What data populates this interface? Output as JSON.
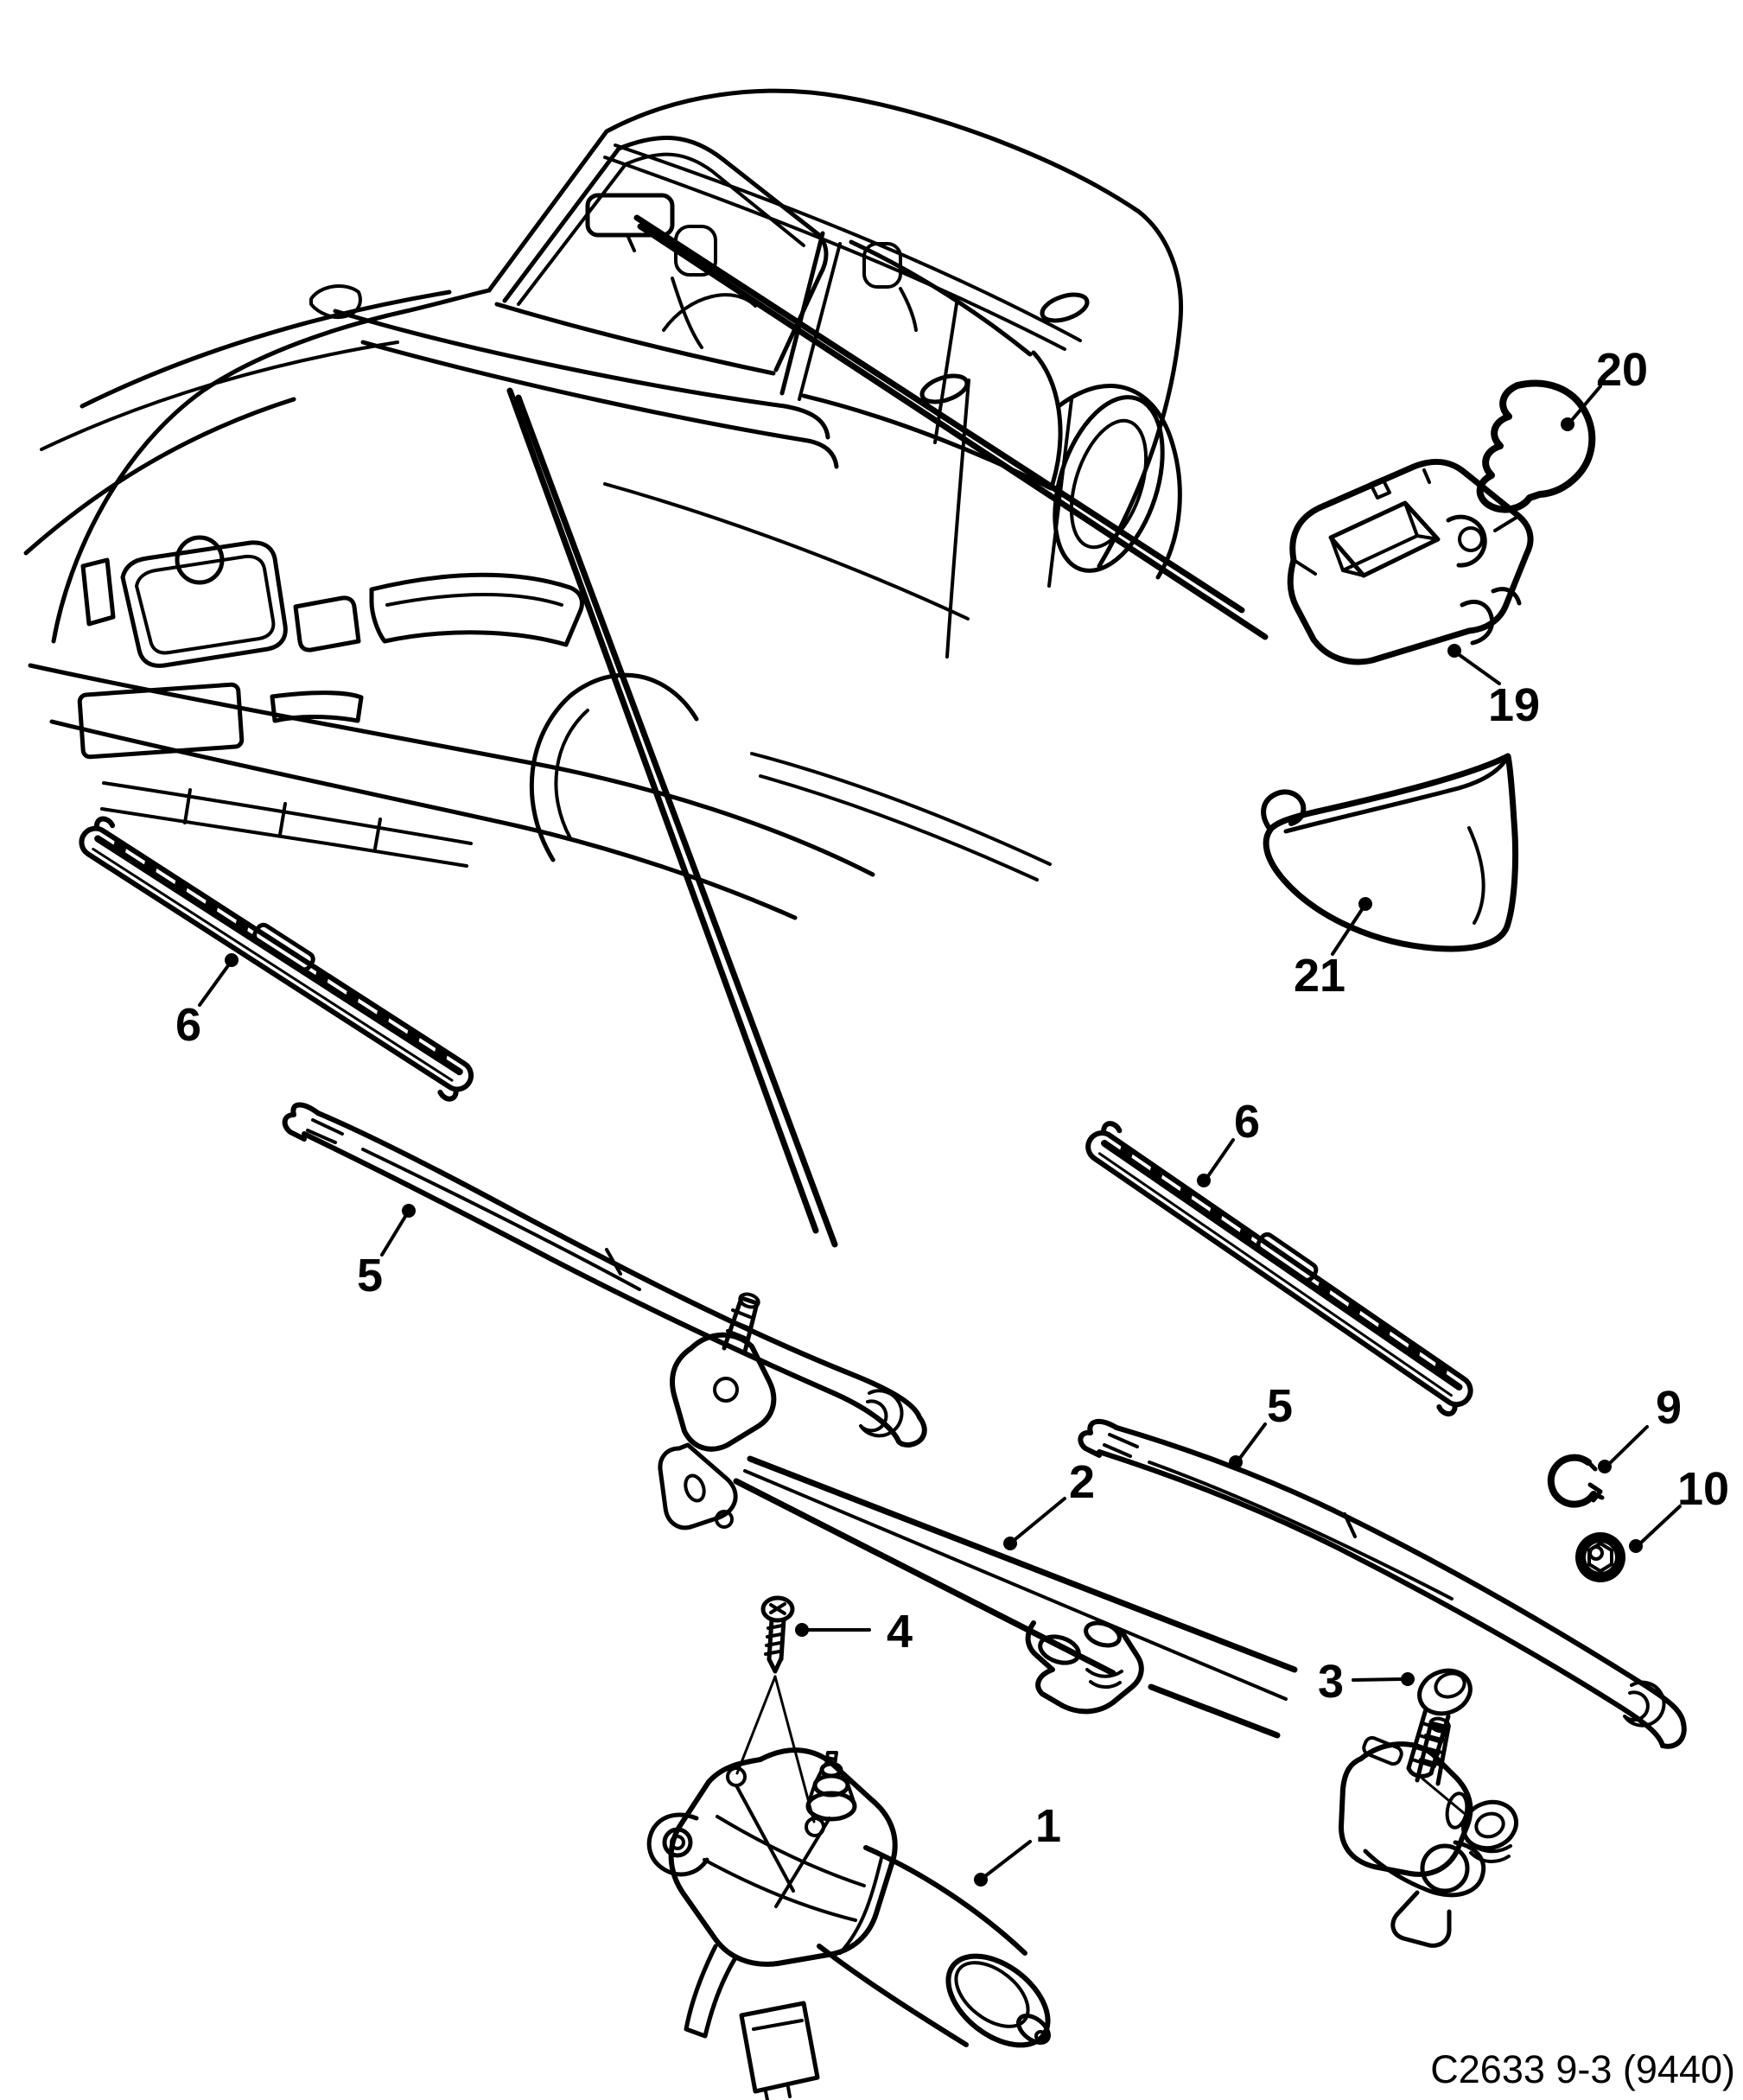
{
  "colors": {
    "ink": "#000000",
    "paper": "#ffffff"
  },
  "caption": {
    "drawing_code": "C2633 9-3 (9440)"
  },
  "callouts": [
    {
      "label": "1"
    },
    {
      "label": "2"
    },
    {
      "label": "3"
    },
    {
      "label": "4"
    },
    {
      "label": "5"
    },
    {
      "label": "6"
    },
    {
      "label": "5"
    },
    {
      "label": "6"
    },
    {
      "label": "9"
    },
    {
      "label": "10"
    },
    {
      "label": "19"
    },
    {
      "label": "20"
    },
    {
      "label": "21"
    }
  ]
}
